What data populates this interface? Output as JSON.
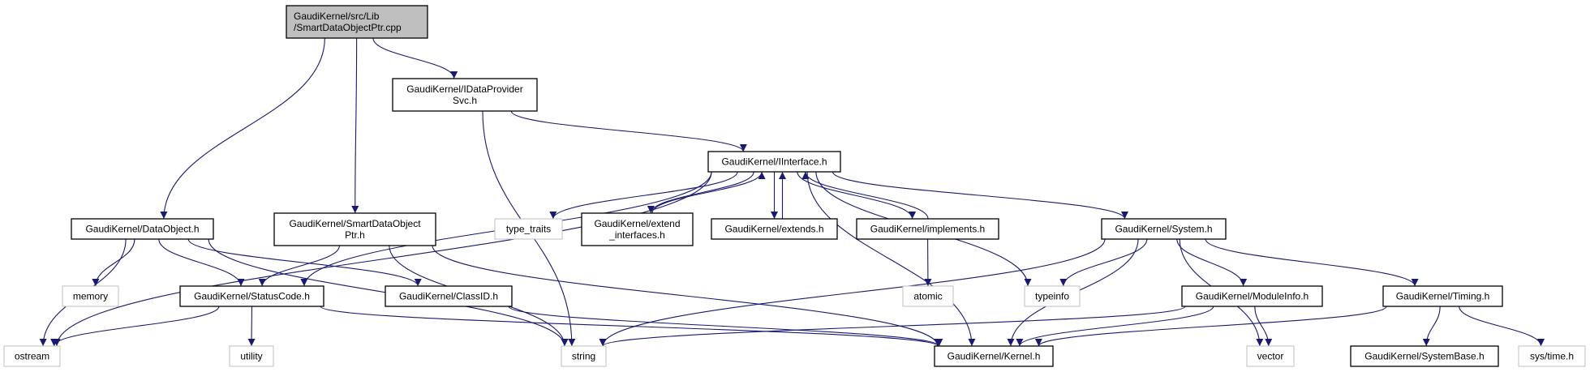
{
  "colors": {
    "edge": "#191970",
    "root_fill": "#bfbfbf",
    "documented_border": "#000000",
    "external_border": "#bfbfbf"
  },
  "nodes": {
    "root": {
      "lines": [
        "GaudiKernel/src/Lib",
        "/SmartDataObjectPtr.cpp"
      ],
      "kind": "root"
    },
    "idataprovidersvc": {
      "lines": [
        "GaudiKernel/IDataProvider",
        "Svc.h"
      ],
      "kind": "documented"
    },
    "iinterface": {
      "lines": [
        "GaudiKernel/IInterface.h"
      ],
      "kind": "documented"
    },
    "dataobject": {
      "lines": [
        "GaudiKernel/DataObject.h"
      ],
      "kind": "documented"
    },
    "smartdataobjectptr": {
      "lines": [
        "GaudiKernel/SmartDataObject",
        "Ptr.h"
      ],
      "kind": "documented"
    },
    "type_traits": {
      "lines": [
        "type_traits"
      ],
      "kind": "external"
    },
    "extend_interfaces": {
      "lines": [
        "GaudiKernel/extend",
        "_interfaces.h"
      ],
      "kind": "documented"
    },
    "extends": {
      "lines": [
        "GaudiKernel/extends.h"
      ],
      "kind": "documented"
    },
    "implements": {
      "lines": [
        "GaudiKernel/implements.h"
      ],
      "kind": "documented"
    },
    "system": {
      "lines": [
        "GaudiKernel/System.h"
      ],
      "kind": "documented"
    },
    "memory": {
      "lines": [
        "memory"
      ],
      "kind": "external"
    },
    "statuscode": {
      "lines": [
        "GaudiKernel/StatusCode.h"
      ],
      "kind": "documented"
    },
    "classid": {
      "lines": [
        "GaudiKernel/ClassID.h"
      ],
      "kind": "documented"
    },
    "atomic": {
      "lines": [
        "atomic"
      ],
      "kind": "external"
    },
    "typeinfo": {
      "lines": [
        "typeinfo"
      ],
      "kind": "external"
    },
    "moduleinfo": {
      "lines": [
        "GaudiKernel/ModuleInfo.h"
      ],
      "kind": "documented"
    },
    "timing": {
      "lines": [
        "GaudiKernel/Timing.h"
      ],
      "kind": "documented"
    },
    "ostream": {
      "lines": [
        "ostream"
      ],
      "kind": "external"
    },
    "utility": {
      "lines": [
        "utility"
      ],
      "kind": "external"
    },
    "string": {
      "lines": [
        "string"
      ],
      "kind": "external"
    },
    "kernel": {
      "lines": [
        "GaudiKernel/Kernel.h"
      ],
      "kind": "documented"
    },
    "vector": {
      "lines": [
        "vector"
      ],
      "kind": "external"
    },
    "systembase": {
      "lines": [
        "GaudiKernel/SystemBase.h"
      ],
      "kind": "documented"
    },
    "systime": {
      "lines": [
        "sys/time.h"
      ],
      "kind": "external"
    }
  },
  "edges": [
    [
      "root",
      "dataobject"
    ],
    [
      "root",
      "smartdataobjectptr"
    ],
    [
      "root",
      "idataprovidersvc"
    ],
    [
      "idataprovidersvc",
      "iinterface"
    ],
    [
      "idataprovidersvc",
      "string"
    ],
    [
      "iinterface",
      "ostream"
    ],
    [
      "iinterface",
      "statuscode"
    ],
    [
      "iinterface",
      "type_traits"
    ],
    [
      "iinterface",
      "extend_interfaces"
    ],
    [
      "iinterface",
      "extends"
    ],
    [
      "iinterface",
      "implements"
    ],
    [
      "iinterface",
      "kernel"
    ],
    [
      "iinterface",
      "typeinfo"
    ],
    [
      "iinterface",
      "system"
    ],
    [
      "extend_interfaces",
      "iinterface"
    ],
    [
      "extends",
      "iinterface"
    ],
    [
      "implements",
      "iinterface"
    ],
    [
      "implements",
      "atomic"
    ],
    [
      "dataobject",
      "ostream"
    ],
    [
      "dataobject",
      "memory"
    ],
    [
      "dataobject",
      "string"
    ],
    [
      "dataobject",
      "statuscode"
    ],
    [
      "dataobject",
      "classid"
    ],
    [
      "smartdataobjectptr",
      "statuscode"
    ],
    [
      "smartdataobjectptr",
      "string"
    ],
    [
      "smartdataobjectptr",
      "kernel"
    ],
    [
      "statuscode",
      "ostream"
    ],
    [
      "statuscode",
      "utility"
    ],
    [
      "statuscode",
      "kernel"
    ],
    [
      "classid",
      "kernel"
    ],
    [
      "system",
      "typeinfo"
    ],
    [
      "system",
      "string"
    ],
    [
      "system",
      "kernel"
    ],
    [
      "system",
      "moduleinfo"
    ],
    [
      "system",
      "timing"
    ],
    [
      "system",
      "vector"
    ],
    [
      "moduleinfo",
      "string"
    ],
    [
      "moduleinfo",
      "kernel"
    ],
    [
      "moduleinfo",
      "vector"
    ],
    [
      "timing",
      "kernel"
    ],
    [
      "timing",
      "systembase"
    ],
    [
      "timing",
      "systime"
    ]
  ]
}
